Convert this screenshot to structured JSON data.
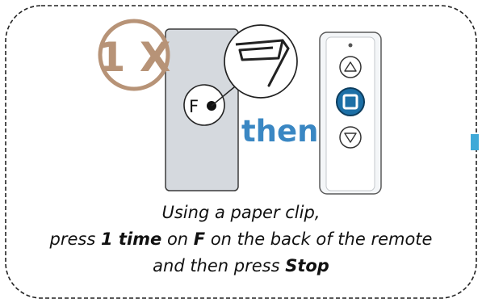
{
  "badge": {
    "text": "1 X",
    "color": "#b79377"
  },
  "remote_back": {
    "button_label": "F",
    "icon": "paperclip-icon",
    "color": "#d5d9de"
  },
  "connector": {
    "text": "then",
    "color": "#3a87c3"
  },
  "remote_front": {
    "buttons": [
      "up-arrow-icon",
      "stop-icon",
      "down-arrow-icon"
    ],
    "stop_color": "#1c6fa6"
  },
  "caption": {
    "line1": "Using a paper clip,",
    "line2_pre": "press ",
    "line2_bold1": "1 time",
    "line2_mid": " on ",
    "line2_bold2": "F",
    "line2_post": " on the back of the remote",
    "line3_pre": "and then press ",
    "line3_bold": "Stop"
  },
  "colors": {
    "dashed_border": "#222222",
    "side_marker": "#3fa9d8"
  }
}
